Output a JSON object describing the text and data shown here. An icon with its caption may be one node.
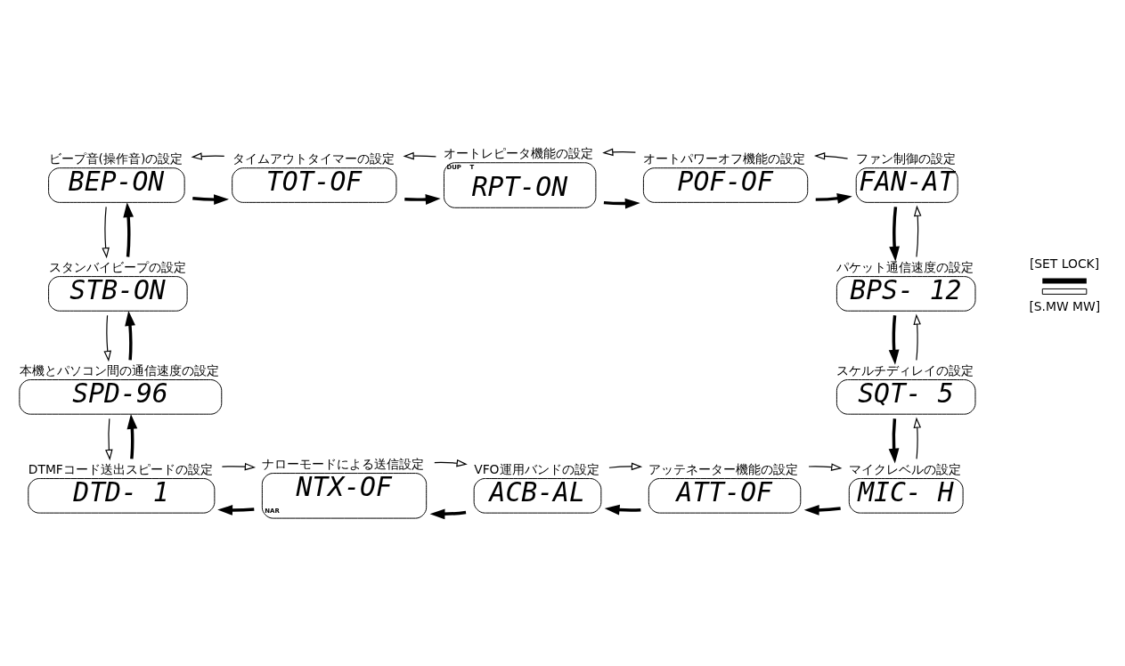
{
  "diagram": {
    "nodes": [
      {
        "text": [
          "ビープ音(操作音)の設定",
          "BEP-ON"
        ]
      },
      {
        "text": [
          "タイムアウトタイマーの設定",
          "TOT-OF"
        ]
      },
      {
        "text": [
          "オートレピータ機能の設定",
          "DUP",
          "T",
          "RPT-ON"
        ]
      },
      {
        "text": [
          "オートパワーオフ機能の設定",
          "POF-OF"
        ]
      },
      {
        "text": [
          "ファン制御の設定",
          "FAN-AT"
        ]
      },
      {
        "text": [
          "スタンバイビープの設定",
          "STB-ON"
        ]
      },
      {
        "text": [
          "パケット通信速度の設定",
          "BPS- 12"
        ]
      },
      {
        "text": [
          "本機とパソコン間の通信速度の設定",
          "SPD-96"
        ]
      },
      {
        "text": [
          "スケルチディレイの設定",
          "SQT- 5"
        ]
      },
      {
        "text": [
          "DTMFコード送出スピードの設定",
          "DTD- 1"
        ]
      },
      {
        "text": [
          "ナローモードによる送信設定",
          "NTX-OF",
          "NAR"
        ]
      },
      {
        "text": [
          "VFO運用バンドの設定",
          "ACB-AL"
        ]
      },
      {
        "text": [
          "アッテネーター機能の設定",
          "ATT-OF"
        ]
      },
      {
        "text": [
          "マイクレベルの設定",
          "MIC- H"
        ]
      }
    ],
    "edges": [
      {
        "from": 0,
        "to": 1,
        "arrow": "to",
        "style": "thick"
      },
      {
        "from": 1,
        "to": 0,
        "arrow": "to"
      },
      {
        "from": 1,
        "to": 2,
        "arrow": "to",
        "style": "thick"
      },
      {
        "from": 2,
        "to": 1,
        "arrow": "to"
      },
      {
        "from": 2,
        "to": 3,
        "arrow": "to",
        "style": "thick"
      },
      {
        "from": 3,
        "to": 2,
        "arrow": "to"
      },
      {
        "from": 3,
        "to": 4,
        "arrow": "to",
        "style": "thick"
      },
      {
        "from": 4,
        "to": 3,
        "arrow": "to"
      },
      {
        "from": 4,
        "to": 6,
        "arrow": "to",
        "style": "thick"
      },
      {
        "from": 6,
        "to": 4,
        "arrow": "to"
      },
      {
        "from": 6,
        "to": 8,
        "arrow": "to",
        "style": "thick"
      },
      {
        "from": 8,
        "to": 6,
        "arrow": "to"
      },
      {
        "from": 8,
        "to": 13,
        "arrow": "to",
        "style": "thick"
      },
      {
        "from": 13,
        "to": 8,
        "arrow": "to"
      },
      {
        "from": 13,
        "to": 12,
        "arrow": "to",
        "style": "thick"
      },
      {
        "from": 12,
        "to": 13,
        "arrow": "to"
      },
      {
        "from": 12,
        "to": 11,
        "arrow": "to",
        "style": "thick"
      },
      {
        "from": 11,
        "to": 12,
        "arrow": "to"
      },
      {
        "from": 11,
        "to": 10,
        "arrow": "to",
        "style": "thick"
      },
      {
        "from": 10,
        "to": 11,
        "arrow": "to"
      },
      {
        "from": 10,
        "to": 9,
        "arrow": "to",
        "style": "thick"
      },
      {
        "from": 9,
        "to": 10,
        "arrow": "to"
      },
      {
        "from": 9,
        "to": 7,
        "arrow": "to",
        "style": "thick"
      },
      {
        "from": 7,
        "to": 9,
        "arrow": "to"
      },
      {
        "from": 7,
        "to": 5,
        "arrow": "to",
        "style": "thick"
      },
      {
        "from": 5,
        "to": 7,
        "arrow": "to"
      },
      {
        "from": 5,
        "to": 0,
        "arrow": "to",
        "style": "thick"
      },
      {
        "from": 0,
        "to": 5,
        "arrow": "to"
      }
    ],
    "legend": [
      {
        "text": "[SET LOCK]"
      },
      {
        "text": "[S.MW MW]"
      }
    ]
  }
}
